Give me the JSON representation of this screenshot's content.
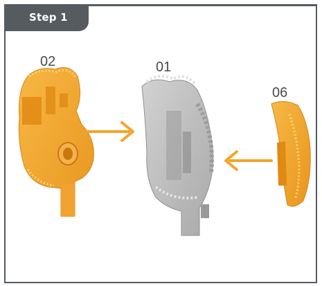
{
  "step": {
    "label": "Step 1"
  },
  "parts": {
    "left": {
      "number": "02"
    },
    "center": {
      "number": "01"
    },
    "right": {
      "number": "06"
    }
  },
  "colors": {
    "accent_orange": "#F4A52A",
    "frame_gray": "#565B60",
    "part_gray": "#BDBDBD"
  },
  "icons": {
    "arrow_left_to_center": "arrow-right-icon",
    "arrow_right_to_center": "arrow-left-icon"
  }
}
